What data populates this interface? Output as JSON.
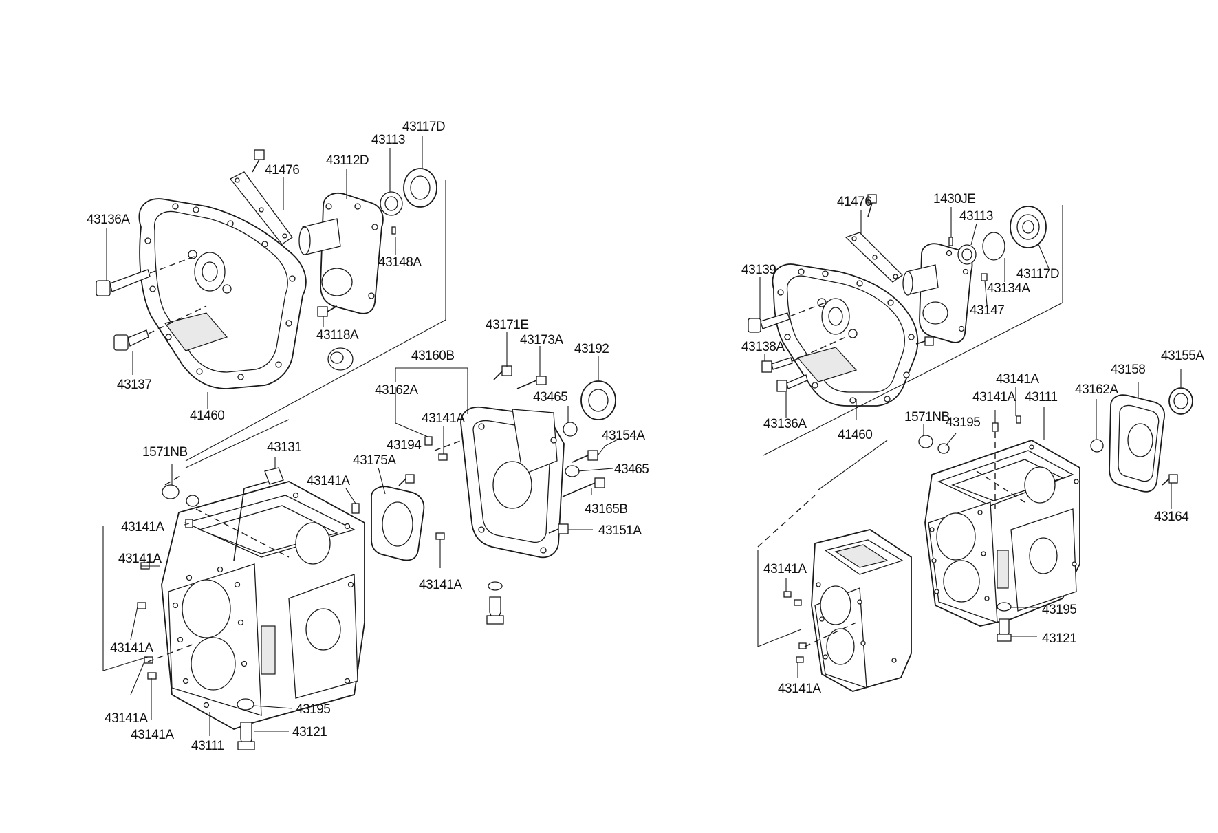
{
  "diagram": {
    "left_assembly": {
      "labels": [
        "43117D",
        "43113",
        "43112D",
        "41476",
        "43136A",
        "43148A",
        "43118A",
        "43137",
        "41460",
        "43171E",
        "43173A",
        "43192",
        "43160B",
        "43162A",
        "43465",
        "43141A",
        "43194",
        "43154A",
        "43175A",
        "43465",
        "1571NB",
        "43131",
        "43141A",
        "43165B",
        "43151A",
        "43141A",
        "43141A",
        "43141A",
        "43141A",
        "43141A",
        "43141A",
        "43195",
        "43121",
        "43111"
      ]
    },
    "right_assembly": {
      "labels": [
        "41476",
        "1430JE",
        "43113",
        "43139",
        "43117D",
        "43134A",
        "43147",
        "43138A",
        "43136A",
        "41460",
        "43141A",
        "43141A",
        "43111",
        "43158",
        "43155A",
        "1571NB",
        "43195",
        "43162A",
        "43164",
        "43141A",
        "43195",
        "43121",
        "43141A"
      ]
    }
  }
}
